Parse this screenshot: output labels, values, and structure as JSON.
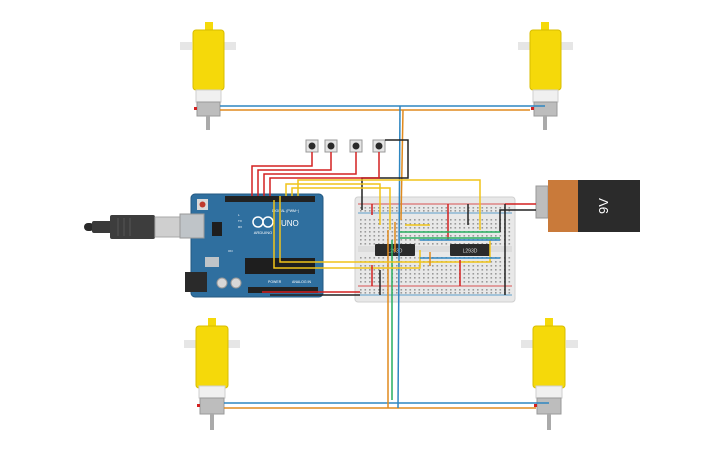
{
  "arduino": {
    "brand": "ARDUINO",
    "model": "UNO",
    "digital_label": "DIGITAL (PWM~)",
    "power_label": "POWER",
    "analog_label": "ANALOG IN",
    "tx_label": "TX",
    "rx_label": "RX",
    "l_label": "L",
    "on_label": "ON"
  },
  "drivers": {
    "left": "L293D",
    "right": "L293D"
  },
  "battery": {
    "label": "9V"
  },
  "colors": {
    "wire_red": "#d32020",
    "wire_yellow": "#f0c419",
    "wire_black": "#222222",
    "wire_blue": "#2e86c1",
    "wire_orange": "#e08a1e",
    "wire_green": "#27ae60",
    "arduino_board": "#2f6f9f",
    "motor_yellow": "#f5d90a",
    "battery_orange": "#c97a3a",
    "battery_black": "#2b2b2b",
    "breadboard": "#e8e8e8"
  },
  "icons": {
    "usb": "usb-cable-icon",
    "motor": "dc-gear-motor-icon",
    "button": "pushbutton-icon",
    "battery": "battery-9v-icon",
    "chip": "ic-chip-icon"
  }
}
